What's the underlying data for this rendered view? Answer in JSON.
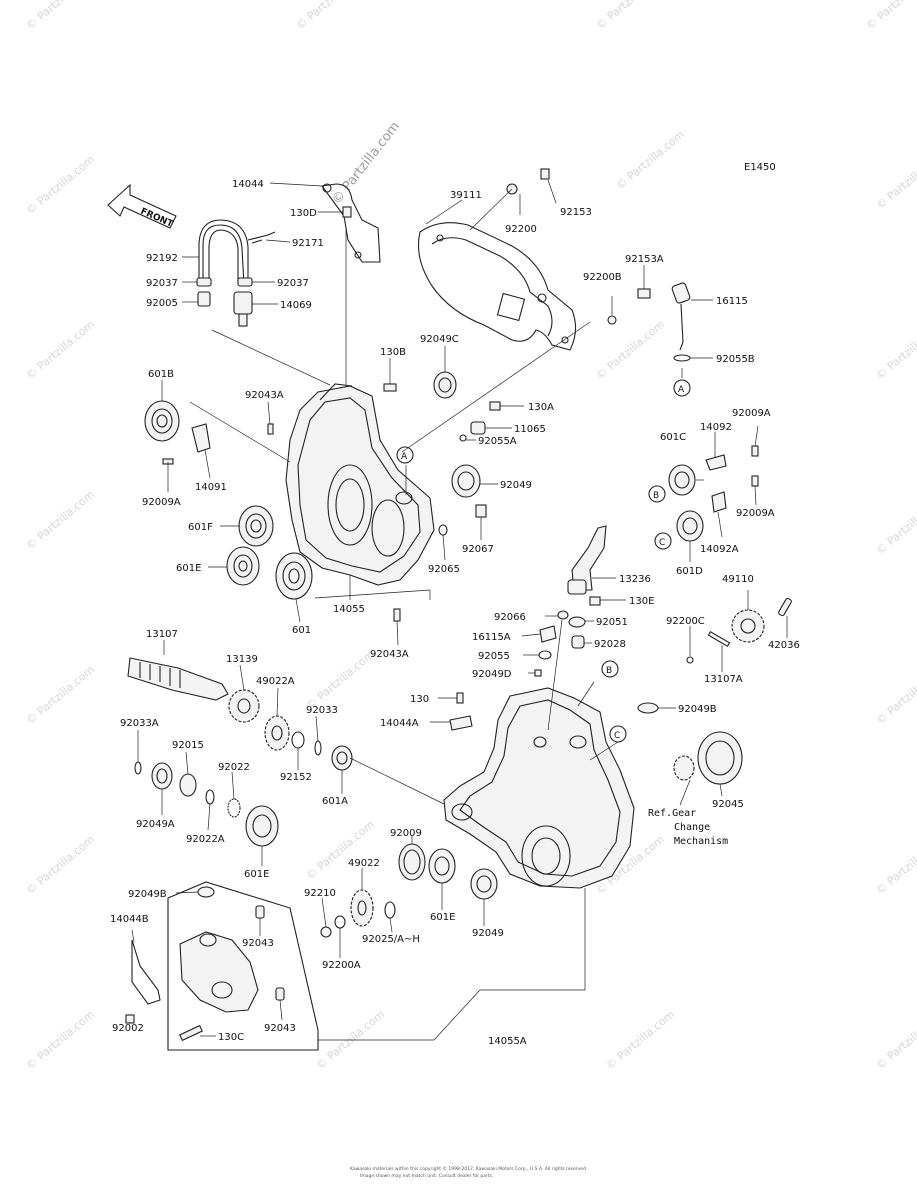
{
  "diagram_code": "E1450",
  "front_label": "FRONT",
  "watermark": "© Partzilla.com",
  "copyright_line1": "Kawasaki materials within this copyright © 1998-2017, Kawasaki Motors Corp., U.S.A. All rights reserved.",
  "copyright_line2": "Image shown may not match unit. Consult dealer for parts.",
  "ref_note": [
    "Ref.Gear",
    "Change",
    "Mechanism"
  ],
  "callouts": [
    "A",
    "A",
    "B",
    "B",
    "C",
    "C"
  ],
  "part_labels": [
    "14044",
    "130D",
    "92171",
    "92192",
    "92037",
    "92037",
    "92005",
    "14069",
    "39111",
    "92200",
    "92153",
    "92153A",
    "92200B",
    "16115",
    "92055B",
    "130B",
    "92049C",
    "601B",
    "92043A",
    "130A",
    "11065",
    "92055A",
    "92009A",
    "14091",
    "92049",
    "601F",
    "92067",
    "601E",
    "92065",
    "601",
    "14055",
    "92043A",
    "601C",
    "14092",
    "92009A",
    "92009A",
    "601D",
    "14092A",
    "13236",
    "130E",
    "49110",
    "42036",
    "92066",
    "92051",
    "16115A",
    "92028",
    "92055",
    "92049D",
    "92200C",
    "13107A",
    "13107",
    "13139",
    "49022A",
    "92033",
    "92152",
    "92033A",
    "92015",
    "92022",
    "92049A",
    "92022A",
    "601E",
    "601A",
    "130",
    "14044A",
    "92049B",
    "92045",
    "92049B",
    "14044B",
    "92043",
    "92002",
    "92043",
    "130C",
    "92009",
    "92210",
    "49022",
    "92025/A~H",
    "92200A",
    "601E",
    "92049",
    "14055A"
  ]
}
